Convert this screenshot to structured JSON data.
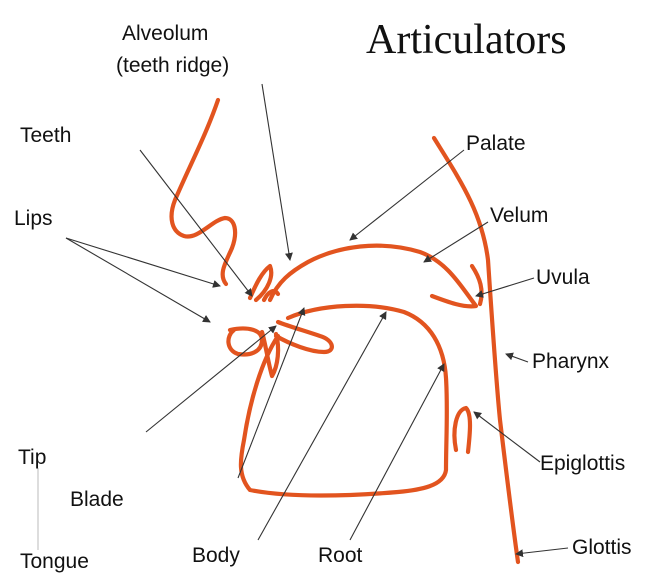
{
  "title": "Articulators",
  "labels": {
    "alveolum_1": "Alveolum",
    "alveolum_2": "(teeth ridge)",
    "teeth": "Teeth",
    "lips": "Lips",
    "palate": "Palate",
    "velum": "Velum",
    "uvula": "Uvula",
    "pharynx": "Pharynx",
    "epiglottis": "Epiglottis",
    "glottis": "Glottis",
    "tip": "Tip",
    "blade": "Blade",
    "tongue": "Tongue",
    "body": "Body",
    "root": "Root"
  },
  "colors": {
    "anatomy": "#e2541f",
    "pointer": "#333333",
    "text": "#111111"
  }
}
